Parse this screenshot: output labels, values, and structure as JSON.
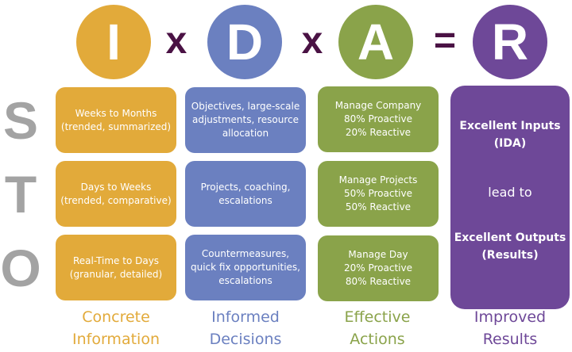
{
  "equation": {
    "terms": [
      {
        "letter": "I",
        "color": "#e2aa3a"
      },
      {
        "letter": "D",
        "color": "#6b80c0"
      },
      {
        "letter": "A",
        "color": "#8aa34a"
      },
      {
        "letter": "R",
        "color": "#6e4898"
      }
    ],
    "operators": [
      "x",
      "x",
      "="
    ],
    "operator_color": "#4a1244"
  },
  "rows": [
    {
      "letter": "S"
    },
    {
      "letter": "T"
    },
    {
      "letter": "O"
    }
  ],
  "columns": [
    {
      "key": "information",
      "color": "#e2aa3a",
      "footer": "Concrete\nInformation",
      "cells": [
        "Weeks to Months\n(trended, summarized)",
        "Days to Weeks\n(trended, comparative)",
        "Real-Time to Days\n(granular, detailed)"
      ]
    },
    {
      "key": "decisions",
      "color": "#6b80c0",
      "footer": "Informed\nDecisions",
      "cells": [
        "Objectives, large-scale\nadjustments, resource\nallocation",
        "Projects, coaching,\nescalations",
        "Countermeasures,\nquick fix opportunities,\nescalations"
      ]
    },
    {
      "key": "actions",
      "color": "#8aa34a",
      "footer": "Effective\nActions",
      "cells": [
        "Manage Company\n80% Proactive\n20% Reactive",
        "Manage Projects\n50% Proactive\n50% Reactive",
        "Manage Day\n20% Proactive\n80% Reactive"
      ]
    }
  ],
  "results": {
    "color": "#6e4898",
    "inputs": "Excellent Inputs\n(IDA)",
    "connector": "lead to",
    "outputs": "Excellent Outputs\n(Results)",
    "footer": "Improved\nResults"
  }
}
